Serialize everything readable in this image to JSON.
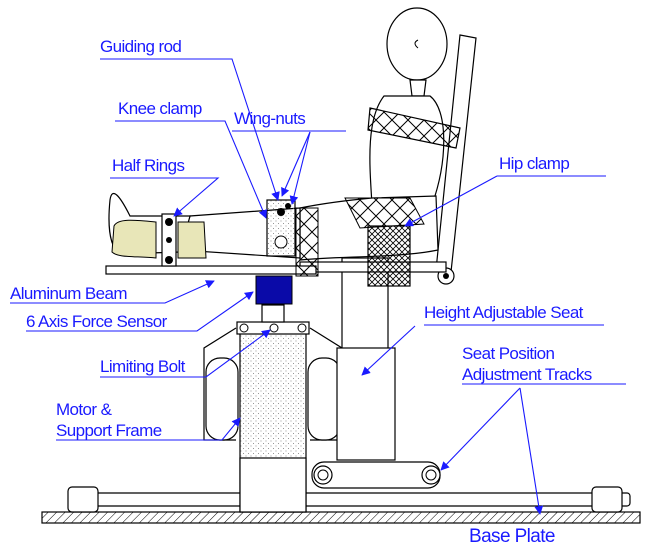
{
  "labels": {
    "guiding_rod": "Guiding rod",
    "knee_clamp": "Knee clamp",
    "wing_nuts": "Wing-nuts",
    "half_rings": "Half Rings",
    "hip_clamp": "Hip clamp",
    "aluminum_beam": "Aluminum Beam",
    "force_sensor": "6 Axis Force Sensor",
    "height_seat": "Height Adjustable Seat",
    "limiting_bolt": "Limiting Bolt",
    "seat_tracks": "Seat Position\nAdjustment Tracks",
    "motor_frame": "Motor &\nSupport Frame",
    "base_plate": "Base Plate"
  },
  "colors": {
    "label": "#1a1aff",
    "line": "#000000",
    "sensor": "#0a0aa8",
    "leg_wrap": "#e8e6b8"
  }
}
